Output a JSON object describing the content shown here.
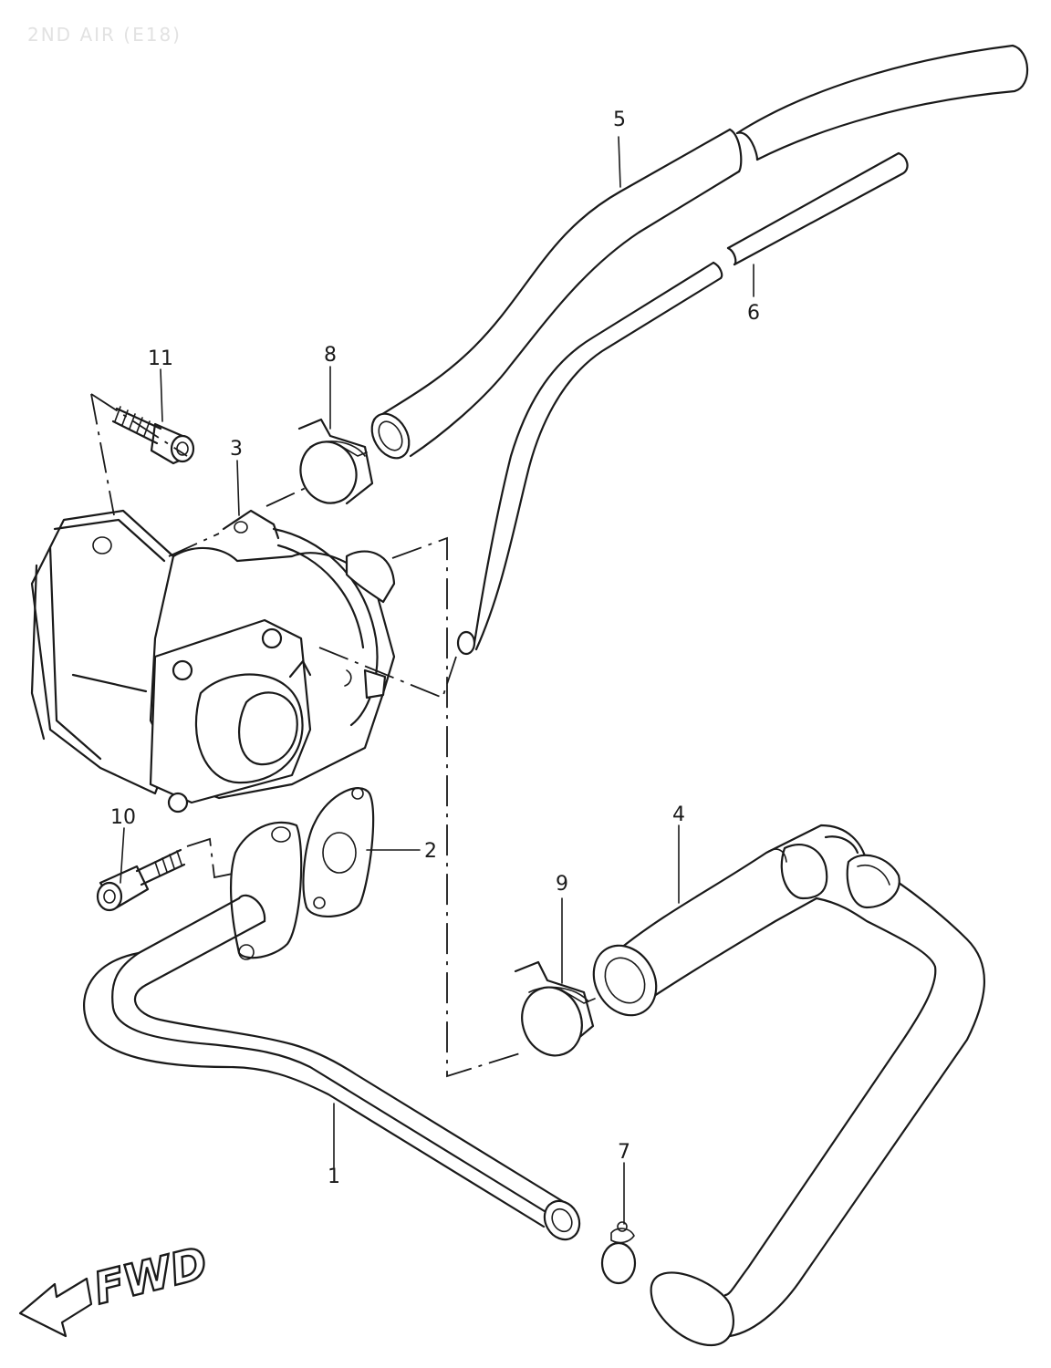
{
  "header": {
    "title": "2ND AIR (E18)"
  },
  "direction": {
    "label": "FWD"
  },
  "parts": [
    {
      "id": "part-1",
      "label": "1"
    },
    {
      "id": "part-2",
      "label": "2"
    },
    {
      "id": "part-3",
      "label": "3"
    },
    {
      "id": "part-4",
      "label": "4"
    },
    {
      "id": "part-5",
      "label": "5"
    },
    {
      "id": "part-6",
      "label": "6"
    },
    {
      "id": "part-7",
      "label": "7"
    },
    {
      "id": "part-8",
      "label": "8"
    },
    {
      "id": "part-9",
      "label": "9"
    },
    {
      "id": "part-10",
      "label": "10"
    },
    {
      "id": "part-11",
      "label": "11"
    }
  ]
}
